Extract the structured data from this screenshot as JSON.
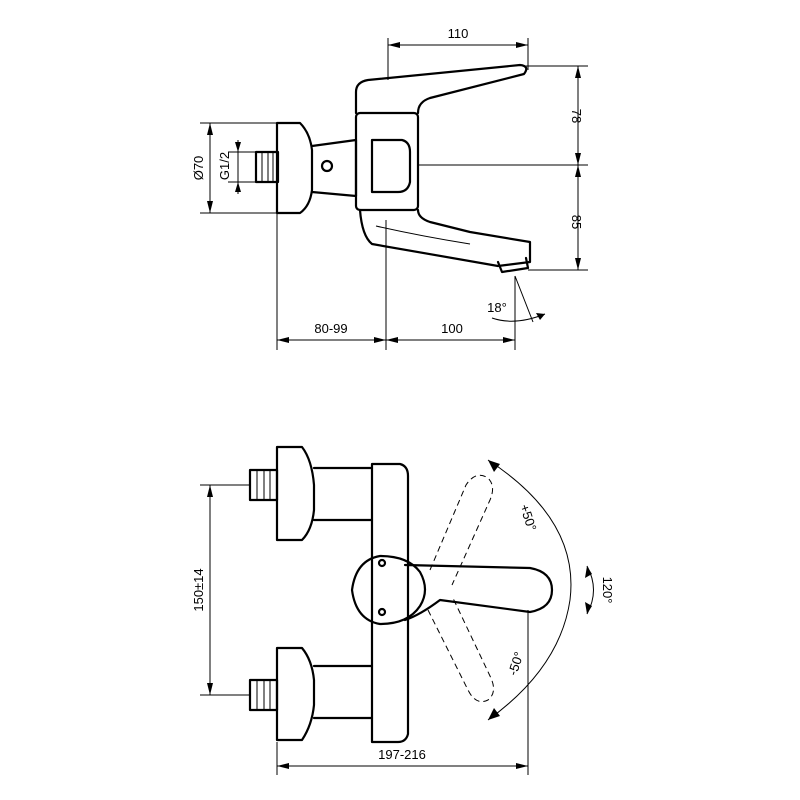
{
  "dimensions": {
    "top_width": "110",
    "top_height_upper": "78",
    "top_height_lower": "85",
    "flange_diameter": "Ø70",
    "thread": "G1/2",
    "bottom_left": "80-99",
    "bottom_right": "100",
    "spout_angle": "18°",
    "center_distance": "150±14",
    "overall_width": "197-216",
    "rotation_plus": "+50°",
    "rotation_minus": "-50°",
    "swivel_total": "120°"
  },
  "colors": {
    "line": "#000000",
    "background": "#ffffff"
  }
}
